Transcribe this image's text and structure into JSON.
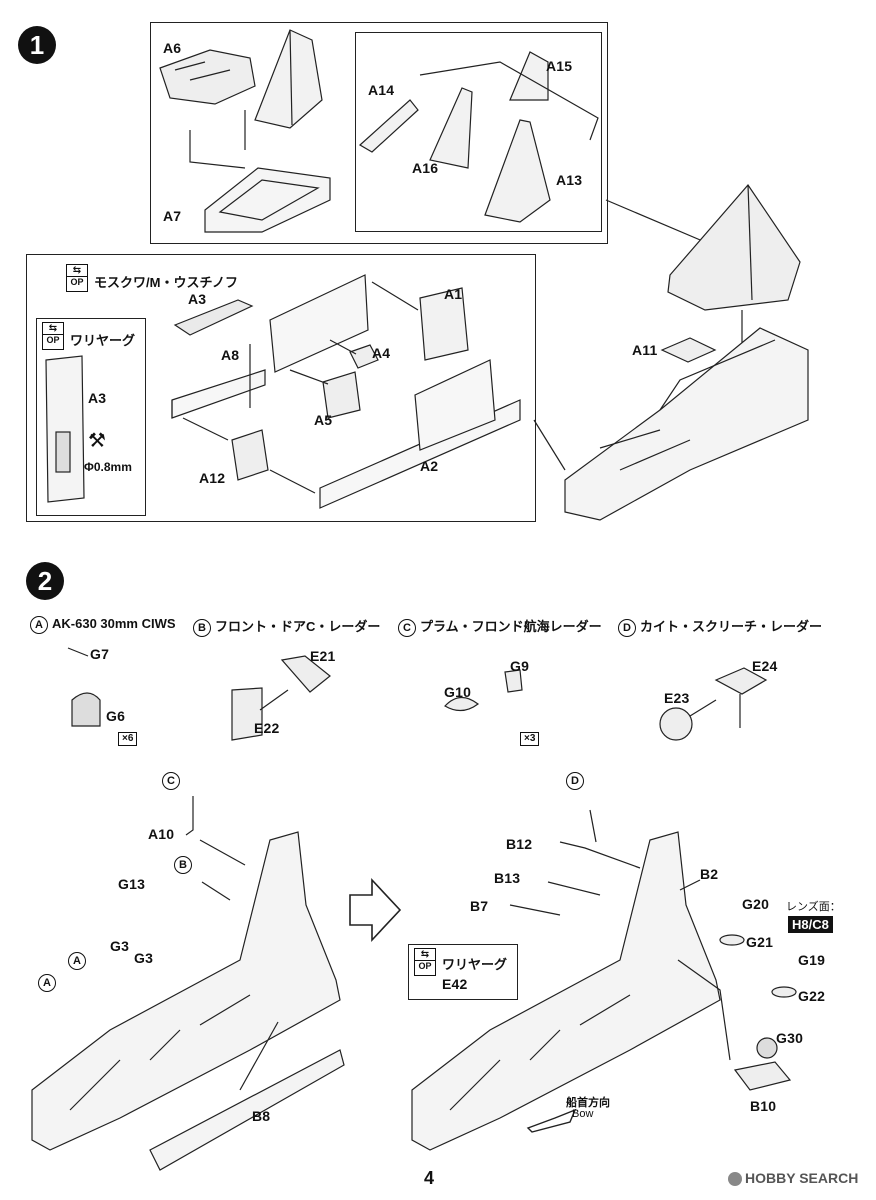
{
  "step1": {
    "number": "1",
    "parts": {
      "A6": "A6",
      "A7": "A7",
      "A14": "A14",
      "A15": "A15",
      "A16": "A16",
      "A13": "A13",
      "A11": "A11",
      "A1": "A1",
      "A3": "A3",
      "A8": "A8",
      "A4": "A4",
      "A5": "A5",
      "A12": "A12",
      "A2": "A2",
      "A3b": "A3"
    },
    "variant_moskva": "モスクワ/M・ウスチノフ",
    "variant_varyag": "ワリヤーグ",
    "drill_size": "Φ0.8mm",
    "op_label": "OP"
  },
  "step2": {
    "number": "2",
    "legend": [
      {
        "key": "A",
        "text": "AK-630 30mm CIWS"
      },
      {
        "key": "B",
        "text": "フロント・ドアC・レーダー"
      },
      {
        "key": "C",
        "text": "プラム・フロンド航海レーダー"
      },
      {
        "key": "D",
        "text": "カイト・スクリーチ・レーダー"
      }
    ],
    "parts": {
      "G7": "G7",
      "G6": "G6",
      "E21": "E21",
      "E22": "E22",
      "G9": "G9",
      "G10": "G10",
      "E24": "E24",
      "E23": "E23",
      "A10": "A10",
      "G13": "G13",
      "G3a": "G3",
      "G3b": "G3",
      "B8": "B8",
      "B12": "B12",
      "B13": "B13",
      "B7": "B7",
      "B2": "B2",
      "G20": "G20",
      "G21": "G21",
      "G19": "G19",
      "G22": "G22",
      "G30": "G30",
      "B10": "B10",
      "E42": "E42"
    },
    "count_x6": "×6",
    "count_x3": "×3",
    "lens_note": "レンズ面：",
    "lens_code": "H8/C8",
    "variant_varyag": "ワリヤーグ",
    "bow_jp": "船首方向",
    "bow_en": "Bow",
    "circle_A1": "A",
    "circle_A2": "A",
    "circle_B": "B",
    "circle_C": "C",
    "circle_D": "D",
    "op_label": "OP"
  },
  "footer": {
    "page_number": "4",
    "watermark": "HOBBY SEARCH"
  }
}
